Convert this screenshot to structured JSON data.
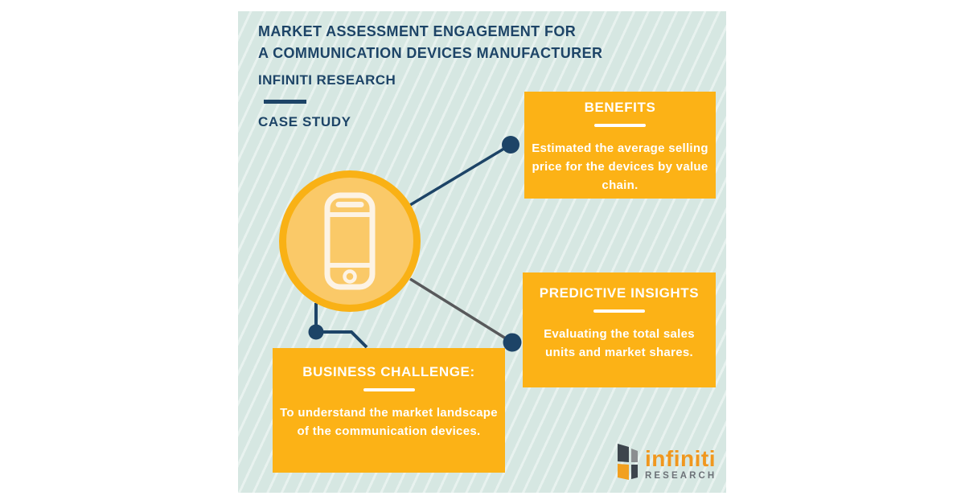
{
  "header": {
    "title_line1": "MARKET ASSESSMENT ENGAGEMENT FOR",
    "title_line2": "A COMMUNICATION DEVICES MANUFACTURER",
    "subtitle": "INFINITI RESEARCH",
    "case_label": "CASE STUDY"
  },
  "callouts": [
    {
      "heading": "BENEFITS",
      "body": "Estimated the average selling price for the devices by value chain."
    },
    {
      "heading": "PREDICTIVE INSIGHTS",
      "body": "Evaluating the total sales units and market shares."
    },
    {
      "heading": "BUSINESS CHALLENGE:",
      "body": "To understand the market landscape of the communication devices."
    }
  ],
  "center_icon": "smartphone-icon",
  "logo": {
    "brand": "infiniti",
    "tagline": "RESEARCH"
  },
  "colors": {
    "panel_background": "#d6e7e2",
    "navy": "#1d4467",
    "callout_orange": "#fcb216",
    "circle_fill": "#fac968",
    "circle_ring": "#f9b115",
    "connector_gray": "#58595b",
    "logo_orange": "#f0971e",
    "logo_gray": "#6d7278"
  }
}
